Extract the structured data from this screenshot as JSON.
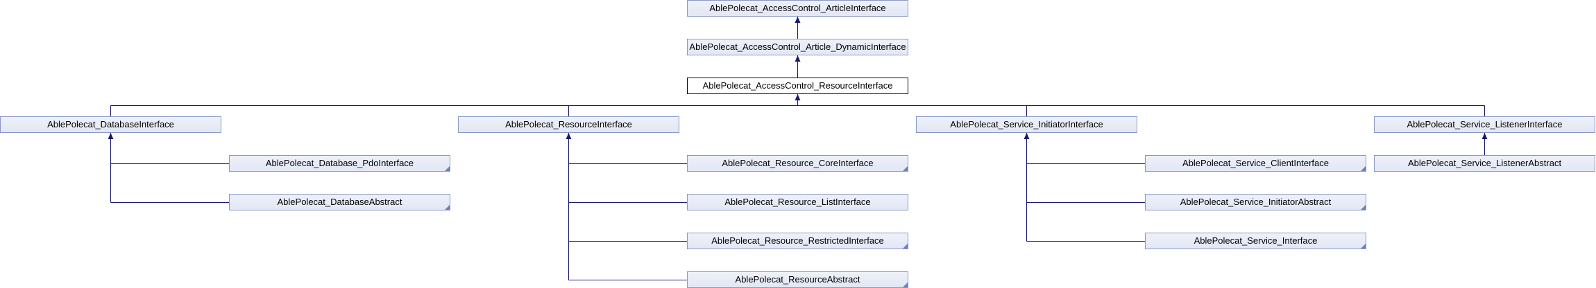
{
  "diagram": {
    "type": "class-inheritance-graph",
    "colors": {
      "edge": "#191970",
      "node_border": "#8a97c6",
      "node_fill": "#e4e8f5",
      "focus_border": "#000000"
    },
    "nodes": {
      "article": {
        "label": "AblePolecat_AccessControl_ArticleInterface"
      },
      "article_dynamic": {
        "label": "AblePolecat_AccessControl_Article_DynamicInterface"
      },
      "resource_ac": {
        "label": "AblePolecat_AccessControl_ResourceInterface",
        "focus": true
      },
      "database": {
        "label": "AblePolecat_DatabaseInterface"
      },
      "resource": {
        "label": "AblePolecat_ResourceInterface"
      },
      "initiator": {
        "label": "AblePolecat_Service_InitiatorInterface"
      },
      "listener": {
        "label": "AblePolecat_Service_ListenerInterface"
      },
      "db_pdo": {
        "label": "AblePolecat_Database_PdoInterface"
      },
      "db_abstract": {
        "label": "AblePolecat_DatabaseAbstract"
      },
      "res_core": {
        "label": "AblePolecat_Resource_CoreInterface"
      },
      "res_list": {
        "label": "AblePolecat_Resource_ListInterface"
      },
      "res_restricted": {
        "label": "AblePolecat_Resource_RestrictedInterface"
      },
      "res_abstract": {
        "label": "AblePolecat_ResourceAbstract"
      },
      "svc_client": {
        "label": "AblePolecat_Service_ClientInterface"
      },
      "svc_init_abstract": {
        "label": "AblePolecat_Service_InitiatorAbstract"
      },
      "svc_interface": {
        "label": "AblePolecat_Service_Interface"
      },
      "listener_abstract": {
        "label": "AblePolecat_Service_ListenerAbstract"
      }
    },
    "edges": [
      {
        "from": "article_dynamic",
        "to": "article"
      },
      {
        "from": "resource_ac",
        "to": "article_dynamic"
      },
      {
        "from": "database",
        "to": "resource_ac"
      },
      {
        "from": "resource",
        "to": "resource_ac"
      },
      {
        "from": "initiator",
        "to": "resource_ac"
      },
      {
        "from": "listener",
        "to": "resource_ac"
      },
      {
        "from": "db_pdo",
        "to": "database"
      },
      {
        "from": "db_abstract",
        "to": "database"
      },
      {
        "from": "res_core",
        "to": "resource"
      },
      {
        "from": "res_list",
        "to": "resource"
      },
      {
        "from": "res_restricted",
        "to": "resource"
      },
      {
        "from": "res_abstract",
        "to": "resource"
      },
      {
        "from": "svc_client",
        "to": "initiator"
      },
      {
        "from": "svc_init_abstract",
        "to": "initiator"
      },
      {
        "from": "svc_interface",
        "to": "initiator"
      },
      {
        "from": "listener_abstract",
        "to": "listener"
      }
    ]
  }
}
